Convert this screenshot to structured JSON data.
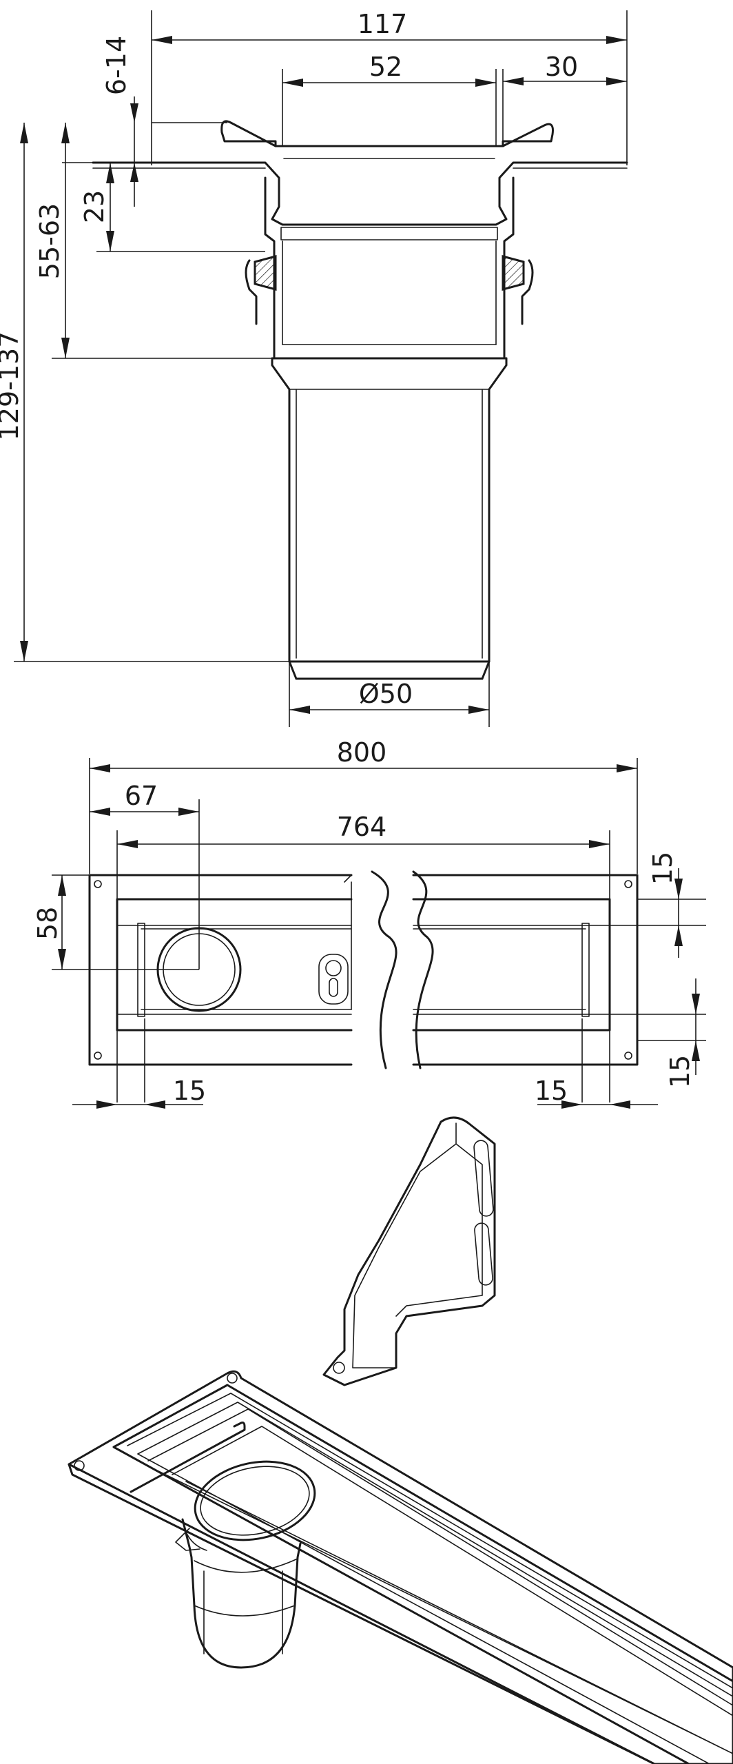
{
  "section_view": {
    "dim_overall_width": "117",
    "dim_outlet_width": "52",
    "dim_flange": "30",
    "dim_top_height": "6-14",
    "dim_insert_depth": "23",
    "dim_adjust_height": "55-63",
    "dim_total_height": "129-137",
    "dim_outlet_diameter": "Ø50"
  },
  "plan_view": {
    "dim_length": "800",
    "dim_outlet_offset": "67",
    "dim_inner_length": "764",
    "dim_width": "58",
    "dim_margin_top": "15",
    "dim_margin_bottom": "15",
    "dim_margin_left": "15",
    "dim_margin_right": "15"
  },
  "colors": {
    "line": "#1a1a1a",
    "background": "#ffffff"
  }
}
